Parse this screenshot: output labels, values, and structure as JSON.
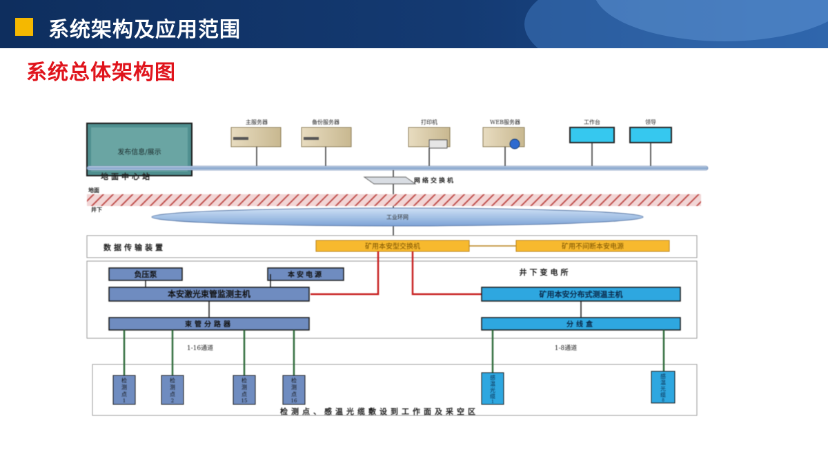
{
  "header": {
    "title": "系统架构及应用范围"
  },
  "subtitle": "系统总体架构图",
  "diagram": {
    "display_box": "发布信息/展示",
    "servers": [
      {
        "label": "主服务器"
      },
      {
        "label": "备份服务器"
      },
      {
        "label": "打印机"
      },
      {
        "label": "WEB服务器"
      }
    ],
    "terminals": [
      {
        "label": "工作台"
      },
      {
        "label": "领导"
      }
    ],
    "ground_station": "地面中心站",
    "network_switch": "网络交换机",
    "ground": "地面",
    "underground": "井下",
    "ring_network": "工业环网",
    "transmission_device": "数据传输装置",
    "mine_switch": "矿用本安型交换机",
    "ups": "矿用不间断本安电源",
    "substation": "井下变电所",
    "negative_pump": "负压泵",
    "intrinsic_power": "本安电源",
    "laser_host": "本安激光束管监测主机",
    "bundle_splitter": "束管分路器",
    "dts_host": "矿用本安分布式测温主机",
    "junction_box": "分线盒",
    "channels_left": "1-16通道",
    "channels_right": "1-8通道",
    "points": [
      {
        "line1": "检",
        "line2": "测",
        "line3": "点",
        "num": "1"
      },
      {
        "line1": "检",
        "line2": "测",
        "line3": "点",
        "num": "2"
      },
      {
        "line1": "检",
        "line2": "测",
        "line3": "点",
        "num": "15"
      },
      {
        "line1": "检",
        "line2": "测",
        "line3": "点",
        "num": "16"
      }
    ],
    "cables": [
      {
        "line1": "感",
        "line2": "温",
        "line3": "光",
        "line4": "缆",
        "num": "1"
      },
      {
        "line1": "感",
        "line2": "温",
        "line3": "光",
        "line4": "缆",
        "num": "8"
      }
    ],
    "bottom_caption": "检测点、感温光缆敷设到工作面及采空区"
  },
  "colors": {
    "header_bg": "#143a72",
    "accent_square": "#f5b800",
    "subtitle": "#e0141c",
    "orange_box": "#f7b92e",
    "gray_box": "#6f8cc0",
    "blue_box": "#2ea7e0",
    "red_line": "#c81e1e",
    "green_line": "#2e6b3a"
  }
}
